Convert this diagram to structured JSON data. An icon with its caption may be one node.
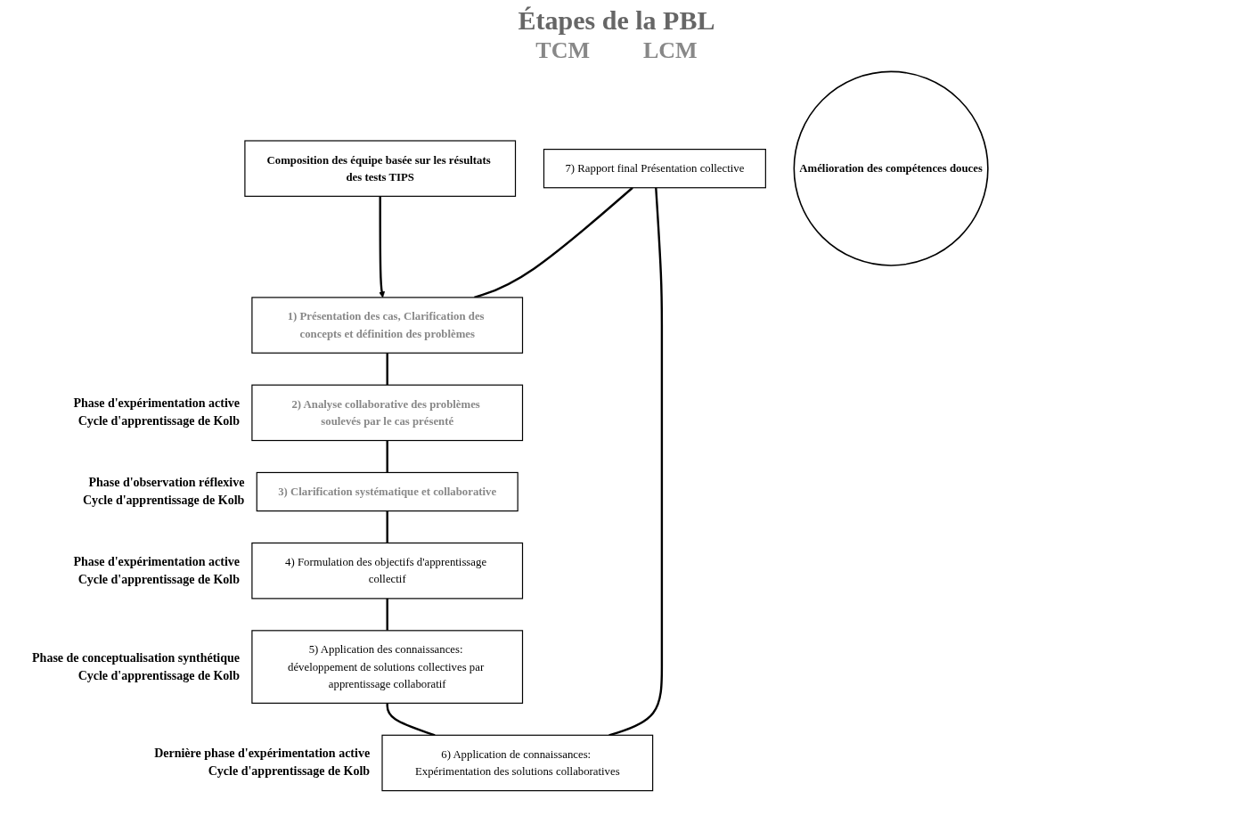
{
  "diagram": {
    "title": "Étapes de la PBL",
    "nodes": [
      {
        "text": [
          "7) Rapport final Présentation collective"
        ]
      },
      {
        "text": [
          "Composition des équipe basée sur les résultats des tests TIPS"
        ]
      },
      {
        "text": [
          "1) Présentation des cas, Clarification des concepts et définition des problèmes"
        ]
      },
      {
        "text": [
          "2) Analyse collaborative des problèmes soulevés par le cas présenté"
        ],
        "beside": [
          "Phase d'expérimentation active",
          "Cycle d'apprentissage de Kolb"
        ]
      },
      {
        "text": [
          "3) Clarification systématique et collaborative"
        ],
        "beside": [
          "Phase d'observation réflexive",
          "Cycle d'apprentissage de Kolb"
        ]
      },
      {
        "text": [
          "4) Formulation des objectifs d'apprentissage collectif"
        ],
        "beside": [
          "Phase d'expérimentation active",
          "Cycle d'apprentissage de Kolb"
        ]
      },
      {
        "text": [
          "5) Application des connaissances: développement de solutions collectives par apprentissage collaboratif"
        ],
        "beside": [
          "Phase de conceptualisation synthétique",
          "Cycle d'apprentissage de Kolb"
        ]
      },
      {
        "text": [
          "6) Application de connaissances: Expérimentation des solutions collaboratives"
        ],
        "beside": [
          "Dernière phase d'expérimentation active",
          "Cycle d'apprentissage de Kolb"
        ]
      },
      {
        "text": [
          "Amélioration des compétences douces"
        ]
      }
    ],
    "edges": [
      {
        "from": 1,
        "to": 2,
        "arrow": "to"
      },
      {
        "from": 0,
        "to": 2,
        "arrow": "none"
      },
      {
        "from": 2,
        "to": 3,
        "arrow": "none"
      },
      {
        "from": 3,
        "to": 4,
        "arrow": "none"
      },
      {
        "from": 4,
        "to": 5,
        "arrow": "none"
      },
      {
        "from": 5,
        "to": 6,
        "arrow": "none"
      },
      {
        "from": 6,
        "to": 7,
        "arrow": "none"
      },
      {
        "from": 7,
        "to": 0,
        "arrow": "none"
      }
    ],
    "labels": [
      "TCM",
      "LCM"
    ]
  }
}
